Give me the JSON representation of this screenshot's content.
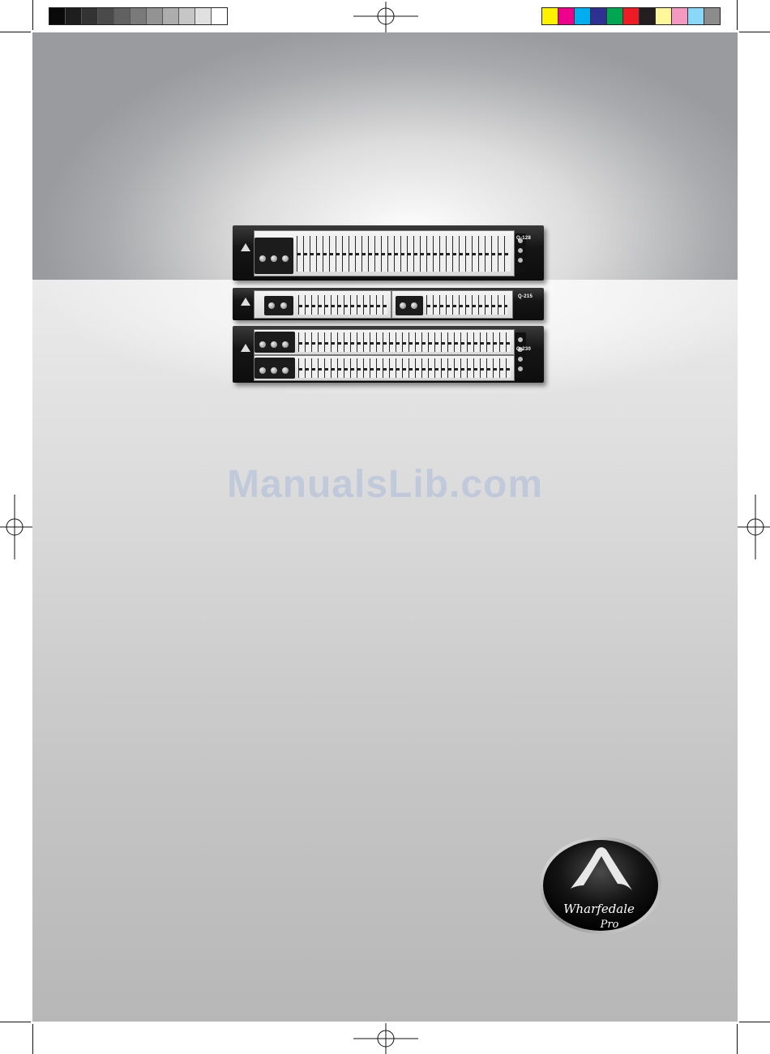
{
  "print_marks": {
    "grayscale_swatches": [
      "#0a0a0a",
      "#1e1e1e",
      "#333333",
      "#4a4a4a",
      "#616161",
      "#7a7a7a",
      "#939393",
      "#adadad",
      "#c6c6c6",
      "#e0e0e0",
      "#ffffff"
    ],
    "color_swatches": [
      "#fff200",
      "#ec008c",
      "#00aeef",
      "#2e3192",
      "#00a651",
      "#ed1c24",
      "#231f20",
      "#fff799",
      "#f49ac1",
      "#8ad8f8",
      "#8c8c8c"
    ]
  },
  "products": {
    "unit1_model": "Q-128",
    "unit2_model": "Q-215",
    "unit3_model": "Q-230"
  },
  "watermark": "ManualsLib.com",
  "logo": {
    "brand_line1": "Wharfedale",
    "brand_line2": "Pro"
  }
}
